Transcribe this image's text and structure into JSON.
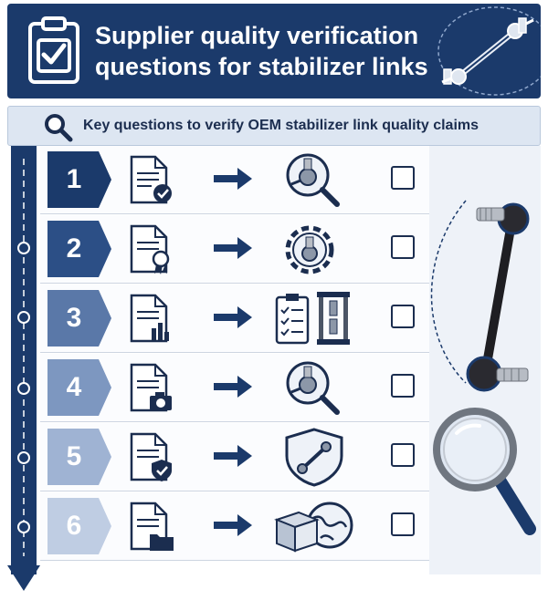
{
  "header": {
    "title_line1": "Supplier quality verification",
    "title_line2": "questions for stabilizer links"
  },
  "subheader": {
    "text": "Key questions to verify OEM stabilizer link quality claims"
  },
  "rows": [
    {
      "number": "1",
      "doc_icon": "document-check-icon",
      "target_icon": "inspect-joint-magnifier-icon",
      "checked": false
    },
    {
      "number": "2",
      "doc_icon": "document-certificate-icon",
      "target_icon": "joint-gear-icon",
      "checked": false
    },
    {
      "number": "3",
      "doc_icon": "document-chart-icon",
      "target_icon": "checklist-test-rig-icon",
      "checked": false
    },
    {
      "number": "4",
      "doc_icon": "document-camera-icon",
      "target_icon": "inspect-joint-magnifier-icon",
      "checked": false
    },
    {
      "number": "5",
      "doc_icon": "document-shield-icon",
      "target_icon": "shield-link-icon",
      "checked": false
    },
    {
      "number": "6",
      "doc_icon": "document-folder-icon",
      "target_icon": "box-globe-icon",
      "checked": false
    }
  ],
  "colors": {
    "navy": "#1b3a6b",
    "tab_shades": [
      "#1b3a6b",
      "#2c4f86",
      "#5a78a8",
      "#7d97c0",
      "#9fb3d3",
      "#bfcde3"
    ]
  }
}
